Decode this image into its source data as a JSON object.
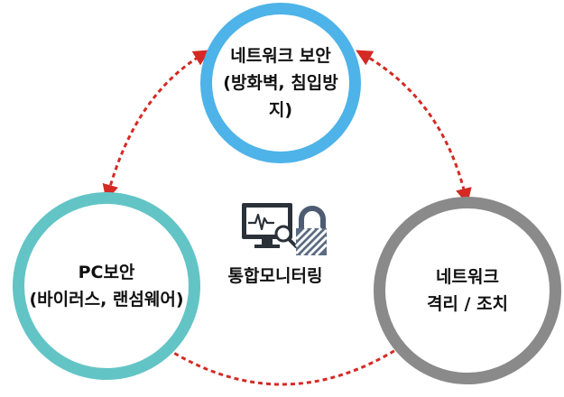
{
  "nodes": {
    "network_security": {
      "line1": "네트워크 보안",
      "line2": "(방화벽, 침입방지)",
      "color": "#4db3e8"
    },
    "pc_security": {
      "line1": "PC보안",
      "line2": "(바이러스, 랜섬웨어)",
      "color": "#63c4c6"
    },
    "network_isolation": {
      "line1": "네트워크",
      "line2": "격리 / 조치",
      "color": "#8a8a8a"
    }
  },
  "center": {
    "label": "통합모니터링",
    "icon": "monitor-lock-icon"
  },
  "connector_color": "#d42a24",
  "connectors": [
    {
      "from": "pc_security",
      "to": "network_security",
      "style": "dashed-double-arrow"
    },
    {
      "from": "network_security",
      "to": "network_isolation",
      "style": "dashed-double-arrow"
    },
    {
      "from": "pc_security",
      "to": "network_isolation",
      "style": "dashed-double-arrow"
    }
  ]
}
